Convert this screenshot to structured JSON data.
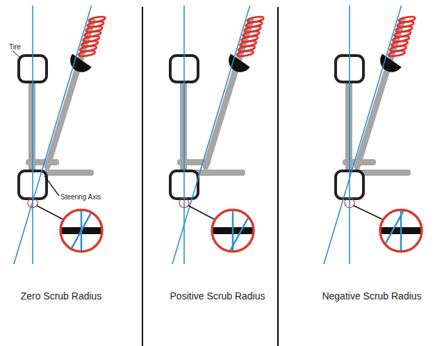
{
  "diagram": {
    "labels": [
      "Tire",
      "Steering Axis",
      "Zero Scrub Radius",
      "Positive Scrub Radius",
      "Negative Scrub Radius"
    ]
  }
}
